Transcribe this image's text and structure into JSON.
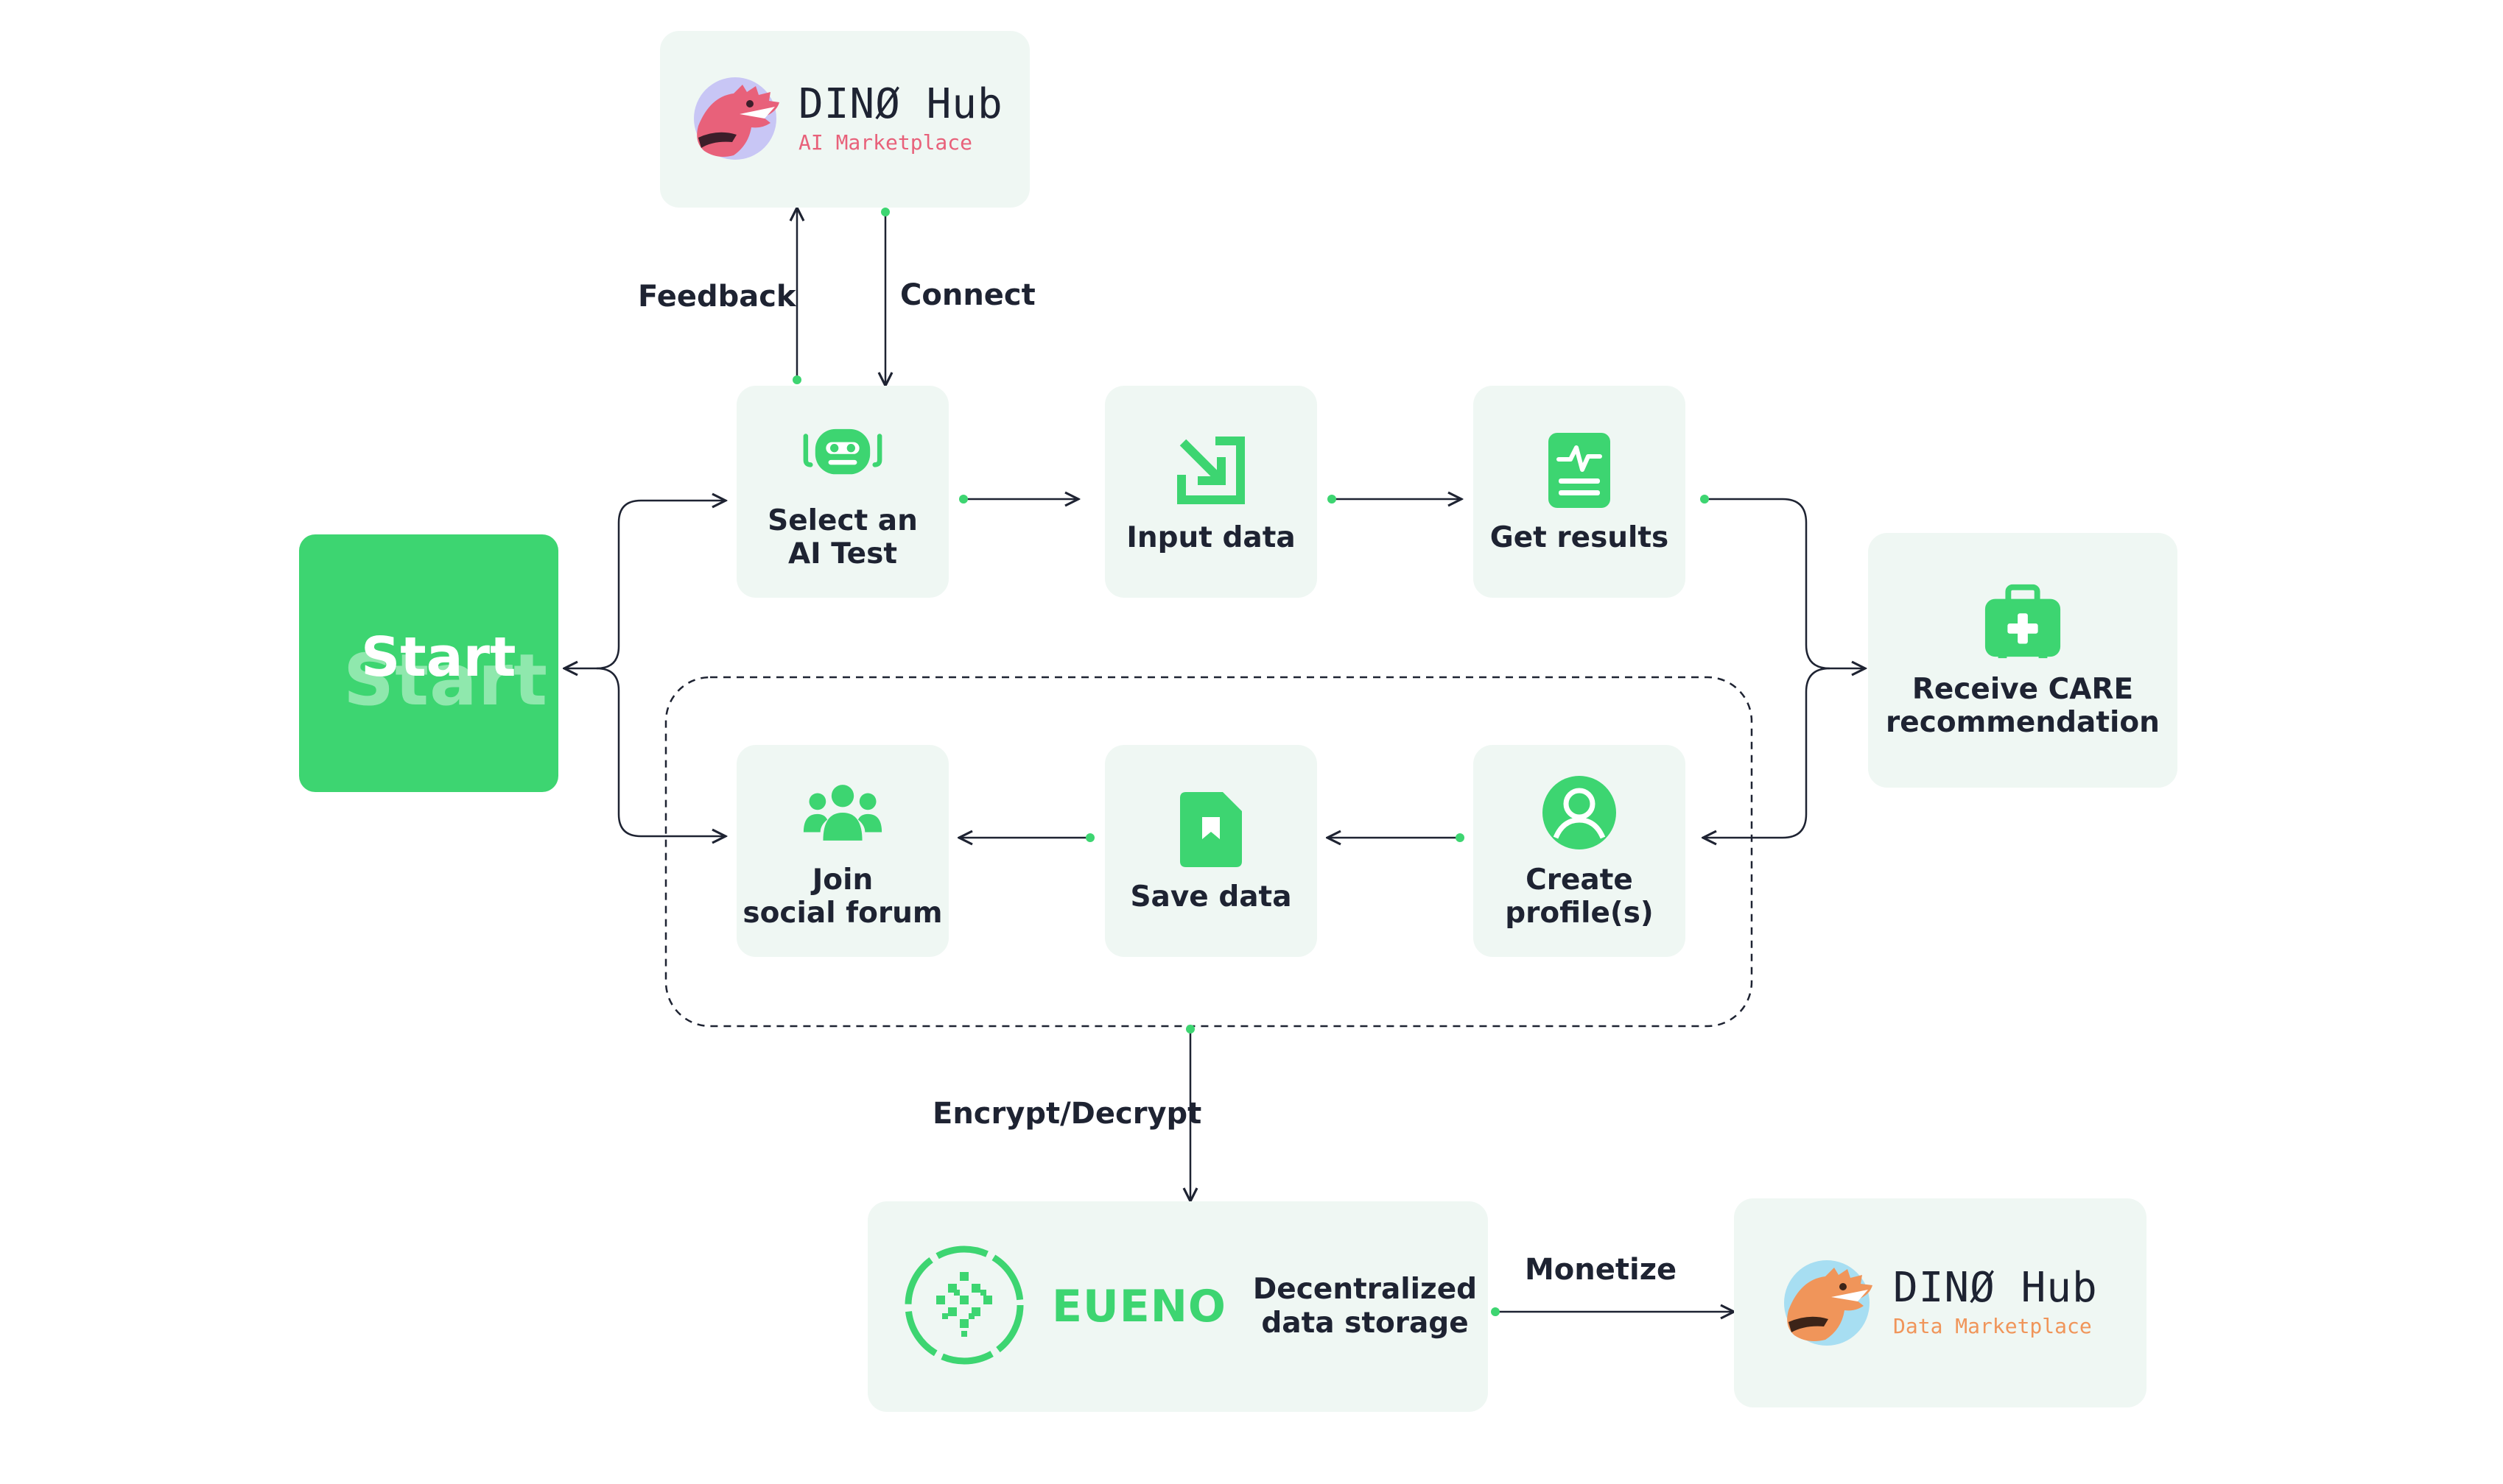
{
  "colors": {
    "accent": "#3dd571",
    "card_bg": "#eff7f3",
    "text": "#1e2332",
    "ai_marketplace": "#e8617a",
    "data_marketplace": "#f0955a"
  },
  "start": {
    "label": "Start"
  },
  "hub_top": {
    "title": "DINØ Hub",
    "subtitle": "AI Marketplace",
    "icon": "dino-pink-logo-icon"
  },
  "hub_bottom": {
    "title": "DINØ Hub",
    "subtitle": "Data Marketplace",
    "icon": "dino-orange-logo-icon"
  },
  "edges": {
    "feedback": "Feedback",
    "connect": "Connect",
    "encrypt": "Encrypt/Decrypt",
    "monetize": "Monetize"
  },
  "steps": {
    "select_test": {
      "label": "Select an\nAI Test",
      "icon": "robot-icon"
    },
    "input_data": {
      "label": "Input data",
      "icon": "arrow-in-icon"
    },
    "get_results": {
      "label": "Get results",
      "icon": "report-icon"
    },
    "receive_care": {
      "label": "Receive CARE\nrecommendation",
      "icon": "medkit-icon"
    },
    "create_profile": {
      "label": "Create\nprofile(s)",
      "icon": "user-circle-icon"
    },
    "save_data": {
      "label": "Save data",
      "icon": "bookmark-file-icon"
    },
    "join_forum": {
      "label": "Join\nsocial forum",
      "icon": "group-icon"
    }
  },
  "storage": {
    "brand": "EUENO",
    "description": "Decentralized\ndata storage",
    "icon": "eueno-logo-icon"
  }
}
